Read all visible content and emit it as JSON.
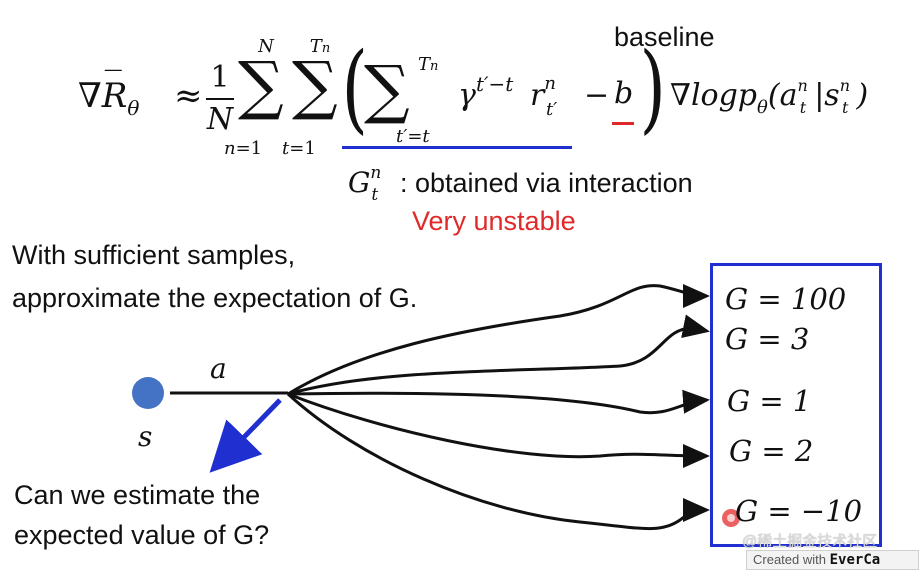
{
  "formula": {
    "baseline_label": "baseline",
    "g_note": ": obtained via interaction",
    "unstable_note": "Very unstable"
  },
  "left_text": {
    "line1": "With sufficient samples,",
    "line2": "approximate the expectation of G."
  },
  "diagram": {
    "state_label": "s",
    "action_label": "a",
    "question_line1": "Can we estimate the",
    "question_line2": "expected value of G?",
    "g_values": [
      {
        "text": "G = 100"
      },
      {
        "text": "G = 3"
      },
      {
        "text": "G = 1"
      },
      {
        "text": "G = 2"
      },
      {
        "text": "G = −10"
      }
    ]
  },
  "overlay": {
    "watermark": "@稀土掘金技术社区",
    "recorder_prefix": "Created with",
    "recorder_brand": "EverCa"
  },
  "colors": {
    "blue": "#1f2fd0",
    "state_dot": "#4472c4",
    "red": "#e02a2a"
  }
}
